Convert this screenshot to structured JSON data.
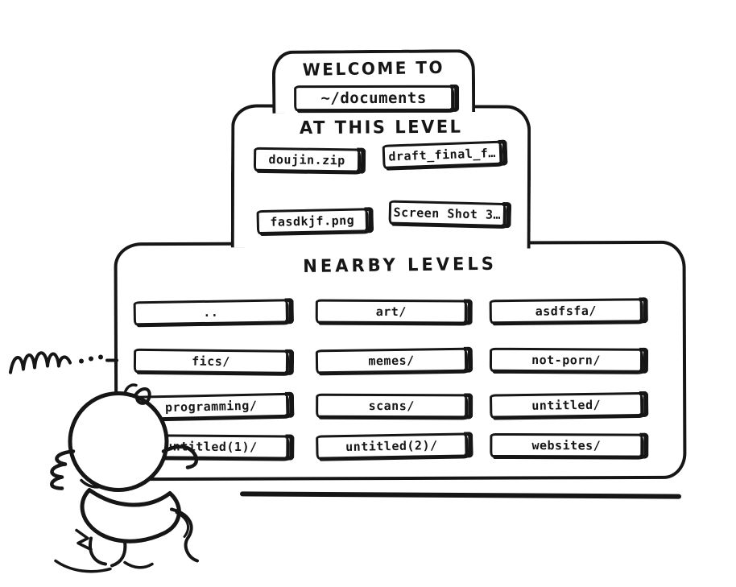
{
  "canvas": {
    "background": "#ffffff",
    "ink_color": "#161616"
  },
  "welcome": {
    "label": "WELCOME TO",
    "path": "~/documents"
  },
  "this_level": {
    "title": "AT THIS LEVEL",
    "files": [
      "doujin.zip",
      "draft_final_f…",
      "fasdkjf.png",
      "Screen Shot 3…"
    ]
  },
  "nearby_levels": {
    "title": "NEARBY LEVELS",
    "folders": [
      "..",
      "art/",
      "asdfsfa/",
      "fics/",
      "memes/",
      "not-porn/",
      "programming/",
      "scans/",
      "untitled/",
      "untitled(1)/",
      "untitled(2)/",
      "websites/"
    ]
  },
  "icons": {
    "slot_bracket": "heavy-right-bracket",
    "character": "doodle-person-looking-at-files"
  }
}
